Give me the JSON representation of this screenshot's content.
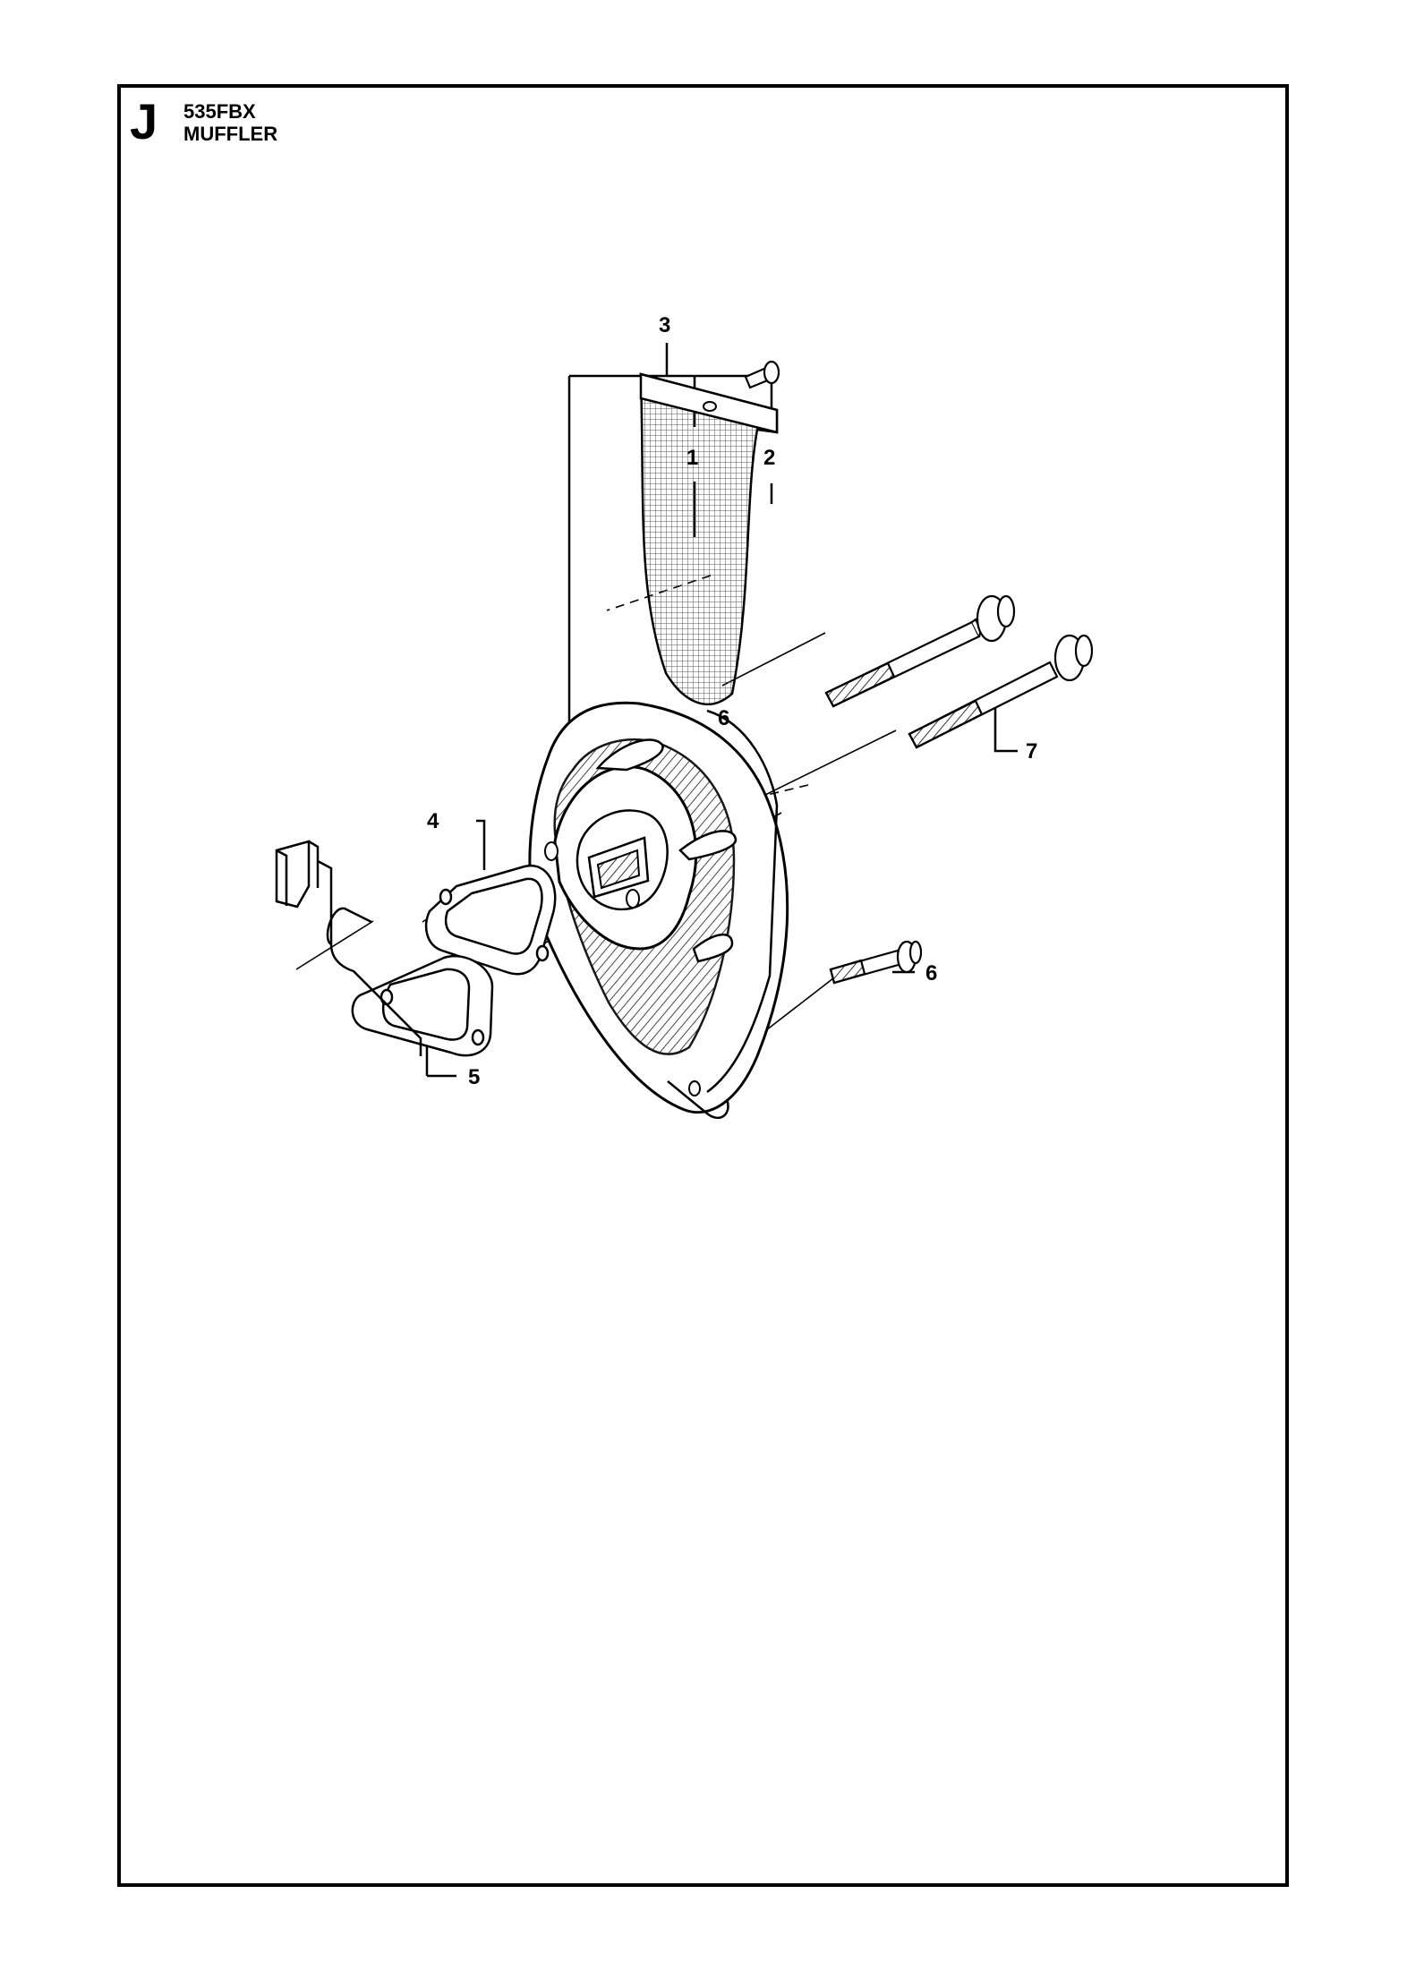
{
  "header": {
    "section_letter": "J",
    "model": "535FBX",
    "title": "MUFFLER"
  },
  "callouts": {
    "c1": "1",
    "c2": "2",
    "c3": "3",
    "c4": "4",
    "c5": "5",
    "c6_top": "6",
    "c6_bottom": "6",
    "c7": "7"
  }
}
